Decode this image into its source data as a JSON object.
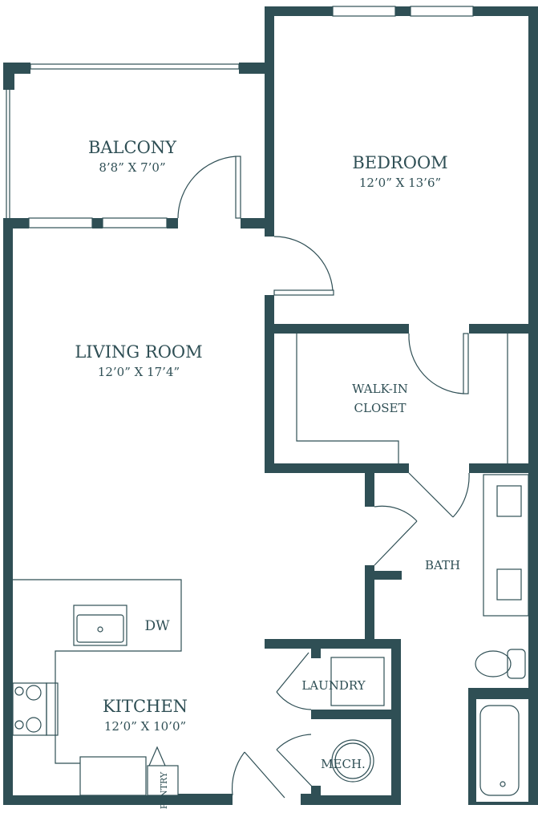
{
  "colors": {
    "wall": "#2f4f55",
    "background": "#ffffff"
  },
  "rooms": {
    "balcony": {
      "name": "BALCONY",
      "size": "8’8” X 7’0”"
    },
    "bedroom": {
      "name": "BEDROOM",
      "size": "12’0” X 13’6”"
    },
    "living_room": {
      "name": "LIVING ROOM",
      "size": "12’0” X 17’4”"
    },
    "walk_in_closet": {
      "name_line1": "WALK-IN",
      "name_line2": "CLOSET"
    },
    "bath": {
      "name": "BATH"
    },
    "kitchen": {
      "name": "KITCHEN",
      "size": "12’0” X 10’0”"
    },
    "laundry": {
      "name": "LAUNDRY"
    },
    "mech": {
      "name": "MECH."
    },
    "pantry": {
      "name": "PANTRY"
    },
    "dishwasher": {
      "name": "DW"
    }
  }
}
